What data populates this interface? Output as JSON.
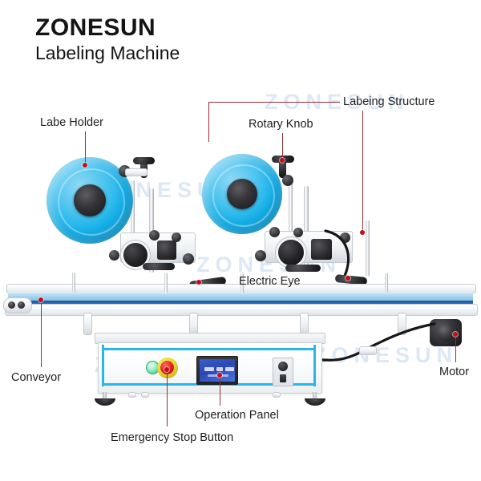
{
  "header": {
    "brand": "ZONESUN",
    "subtitle": "Labeling Machine"
  },
  "watermark": {
    "text": "ZONESUN"
  },
  "callouts": [
    {
      "id": "label-holder",
      "label": "Labe Holder"
    },
    {
      "id": "rotary-knob",
      "label": "Rotary Knob"
    },
    {
      "id": "labeling-structure",
      "label": "Labeing Structure"
    },
    {
      "id": "electric-eye",
      "label": "Electric Eye"
    },
    {
      "id": "conveyor",
      "label": "Conveyor"
    },
    {
      "id": "motor",
      "label": "Motor"
    },
    {
      "id": "operation-panel",
      "label": "Operation Panel"
    },
    {
      "id": "emergency-stop",
      "label": "Emergency Stop Button"
    }
  ],
  "colors": {
    "leader_line": "#9c2c34",
    "leader_dot": "#cc0a17",
    "label_roll": "#13b0e8",
    "cabinet_trim": "#29b6e8",
    "emergency_button": "#e0241c",
    "emergency_ring": "#e9d836",
    "indicator_light": "#2fbd7d",
    "hmi_screen": "#2b46b4",
    "watermark": "#cfe0f2",
    "title": "#141414"
  }
}
